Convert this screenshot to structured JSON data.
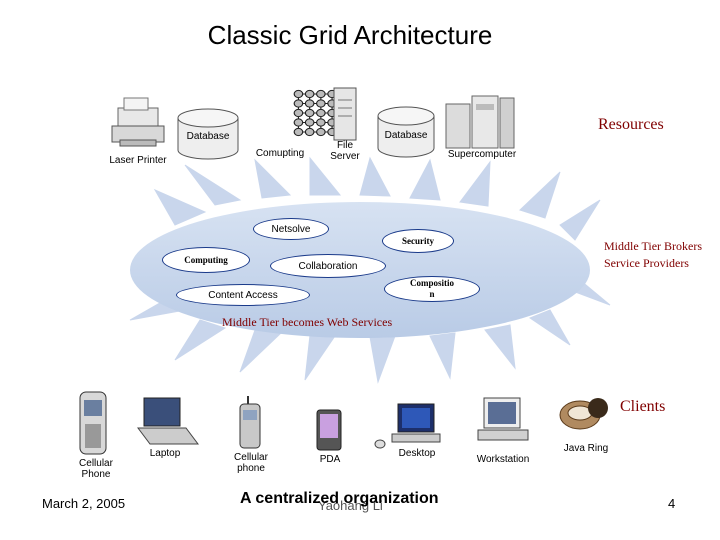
{
  "title": "Classic Grid Architecture",
  "resources": {
    "label": "Resources",
    "items": [
      "Laser Printer",
      "Database",
      "Comupting",
      "Database",
      "File Server",
      "Supercomputer"
    ]
  },
  "middle_tier": {
    "services": [
      "Netsolve",
      "Security",
      "Computing",
      "Collaboration",
      "Compositio n",
      "Content Access"
    ],
    "caption": "Middle Tier becomes Web Services",
    "side_label": "Middle Tier Brokers Service Providers"
  },
  "clients": {
    "label": "Clients",
    "items": [
      "Cellular Phone",
      "Laptop",
      "Cellular phone",
      "PDA",
      "Desktop",
      "Workstation",
      "Java Ring"
    ]
  },
  "footer": {
    "date": "March 2, 2005",
    "center": "A centralized organization",
    "overlay": "Yaohang Li",
    "page": "4"
  }
}
